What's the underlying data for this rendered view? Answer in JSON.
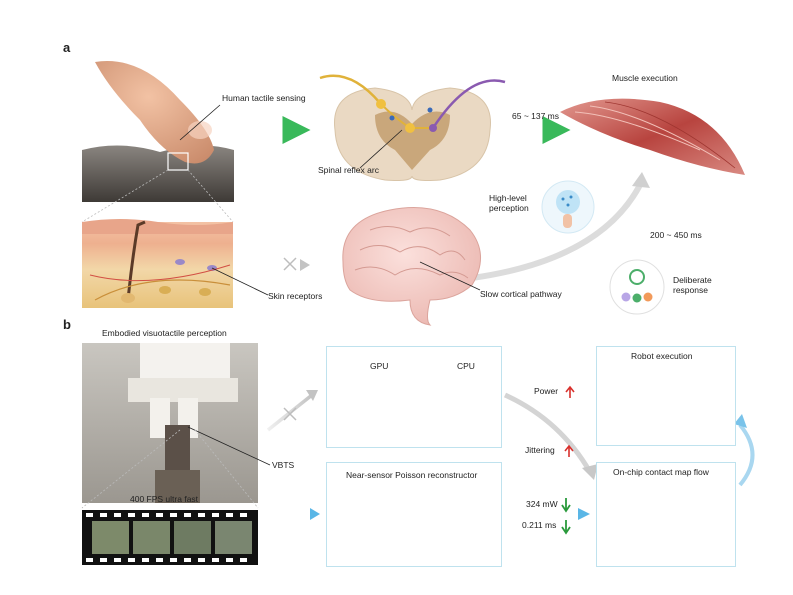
{
  "panel_a": {
    "letter": "a",
    "human_tactile_sensing": "Human tactile sensing",
    "spinal_reflex_arc": "Spinal reflex arc",
    "latency_fast": "65 ~ 137 ms",
    "muscle_execution": "Muscle execution",
    "high_level_perception": "High-level\nperception",
    "latency_slow": "200 ~ 450 ms",
    "skin_receptors": "Skin receptors",
    "slow_cortical_pathway": "Slow cortical pathway",
    "deliberate_response": "Deliberate\nresponse"
  },
  "panel_b": {
    "letter": "b",
    "embodied_title": "Embodied visuotactile perception",
    "vbts": "VBTS",
    "fps": "400 FPS ultra fast",
    "gpu": "GPU",
    "cpu": "CPU",
    "power": "Power",
    "jittering": "Jittering",
    "robot_execution": "Robot execution",
    "on_chip": "On-chip contact map flow",
    "reconstructor": "Near-sensor Poisson reconstructor",
    "power_value": "324 mW",
    "latency_value": "0.211 ms"
  },
  "colors": {
    "box_border": "#bfe2ee",
    "green_arrow": "#4cc46a",
    "blue_arrow": "#79c3ea",
    "grey_arrow": "#c9c9c9",
    "red_up": "#d9302c",
    "green_down": "#2a9a3c"
  }
}
